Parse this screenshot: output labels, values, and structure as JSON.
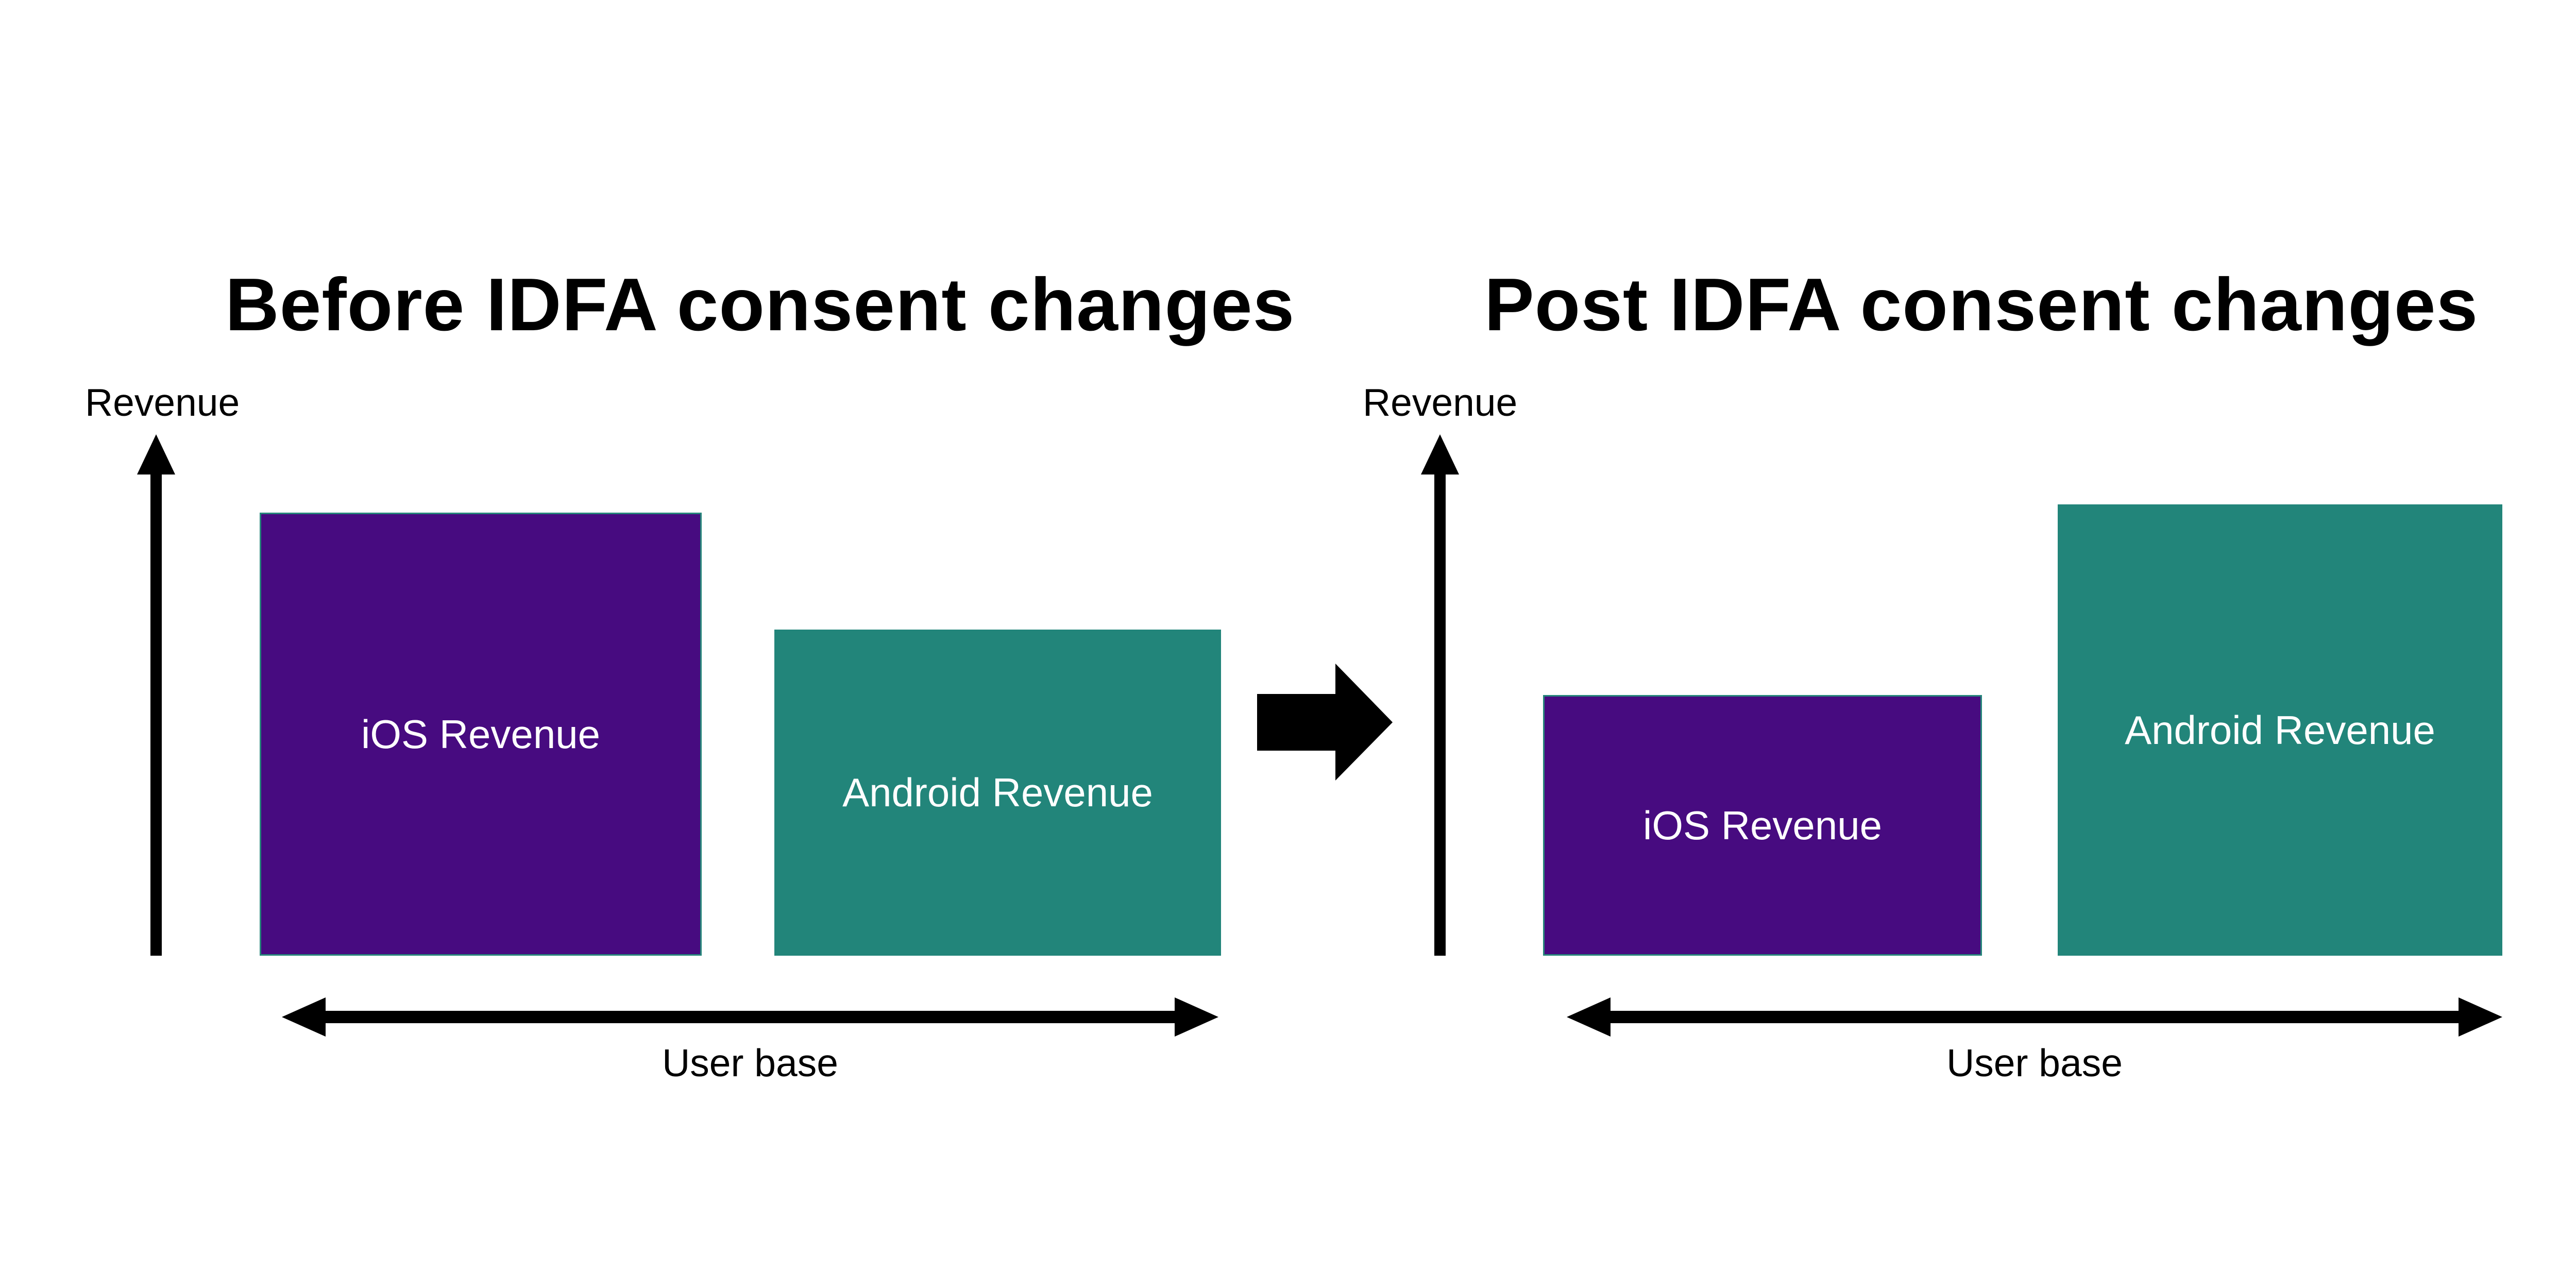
{
  "background": "#FFFFFF",
  "colors": {
    "ios_purple": "#470B80",
    "android_teal": "#22857A",
    "ios_bar_outline_teal": "#27867B",
    "arrow_black": "#000000",
    "bar_label_white": "#FFFFFF",
    "text_black": "#000000"
  },
  "panels": [
    {
      "title": "Before IDFA consent changes",
      "y_axis_label": "Revenue",
      "x_axis_label": "User base",
      "bars": [
        {
          "platform": "iOS",
          "label": "iOS Revenue",
          "relative_height": 0.85
        },
        {
          "platform": "Android",
          "label": "Android Revenue",
          "relative_height": 0.63
        }
      ]
    },
    {
      "title": "Post IDFA consent changes",
      "y_axis_label": "Revenue",
      "x_axis_label": "User base",
      "bars": [
        {
          "platform": "iOS",
          "label": "iOS Revenue",
          "relative_height": 0.5
        },
        {
          "platform": "Android",
          "label": "Android Revenue",
          "relative_height": 0.87
        }
      ]
    }
  ],
  "transition": {
    "symbol": "right-arrow",
    "meaning": "before state changes into post state"
  },
  "chart_data": [
    {
      "type": "bar",
      "title": "Before IDFA consent changes",
      "xlabel": "User base",
      "ylabel": "Revenue",
      "categories": [
        "iOS Revenue",
        "Android Revenue"
      ],
      "values": [
        0.85,
        0.63
      ],
      "ylim": [
        0,
        1
      ],
      "grid": false,
      "legend": false,
      "notes": "schematic chart; no numeric ticks shown, values are relative bar heights"
    },
    {
      "type": "bar",
      "title": "Post IDFA consent changes",
      "xlabel": "User base",
      "ylabel": "Revenue",
      "categories": [
        "iOS Revenue",
        "Android Revenue"
      ],
      "values": [
        0.5,
        0.87
      ],
      "ylim": [
        0,
        1
      ],
      "grid": false,
      "legend": false,
      "notes": "schematic chart; no numeric ticks shown, values are relative bar heights"
    }
  ]
}
